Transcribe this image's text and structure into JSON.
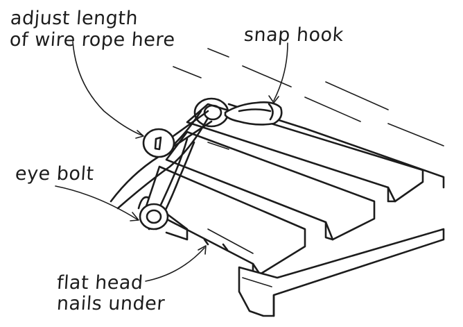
{
  "labels": {
    "adjust_line1": "adjust length",
    "adjust_line2": "of wire rope here",
    "snap_hook": "snap hook",
    "eye_bolt": "eye bolt",
    "nails_line1": "flat head",
    "nails_line2": "nails under"
  }
}
